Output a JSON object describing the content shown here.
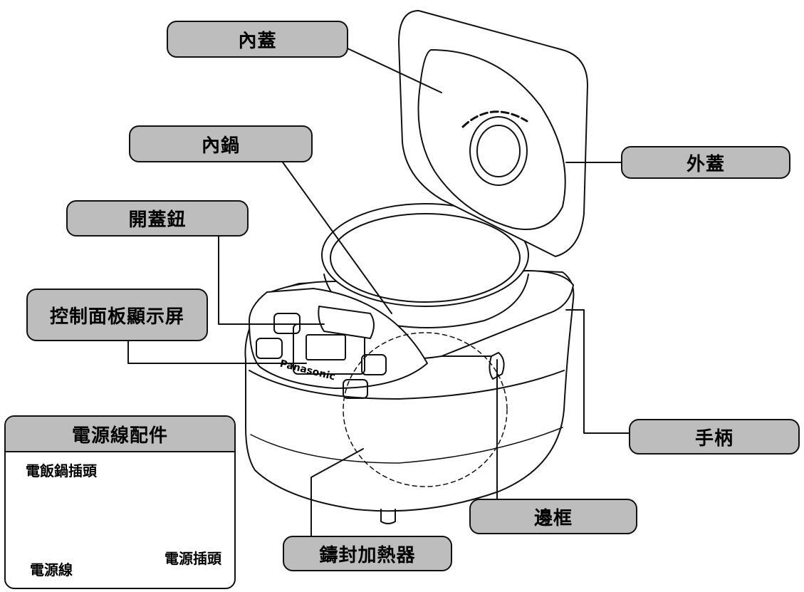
{
  "labels": {
    "inner_lid": "內蓋",
    "inner_pot": "內鍋",
    "lid_button": "開蓋鈕",
    "control_panel": "控制面板顯示屏",
    "outer_lid": "外蓋",
    "handle": "手柄",
    "rim": "邊框",
    "cast_heater": "鑄封加熱器"
  },
  "accessory": {
    "title": "電源線配件",
    "cooker_plug": "電飯鍋插頭",
    "power_cord": "電源線",
    "power_plug": "電源插頭"
  },
  "brand": "Panasonic",
  "colors": {
    "label_fill": "#bdbdbd",
    "outline": "#111111"
  }
}
